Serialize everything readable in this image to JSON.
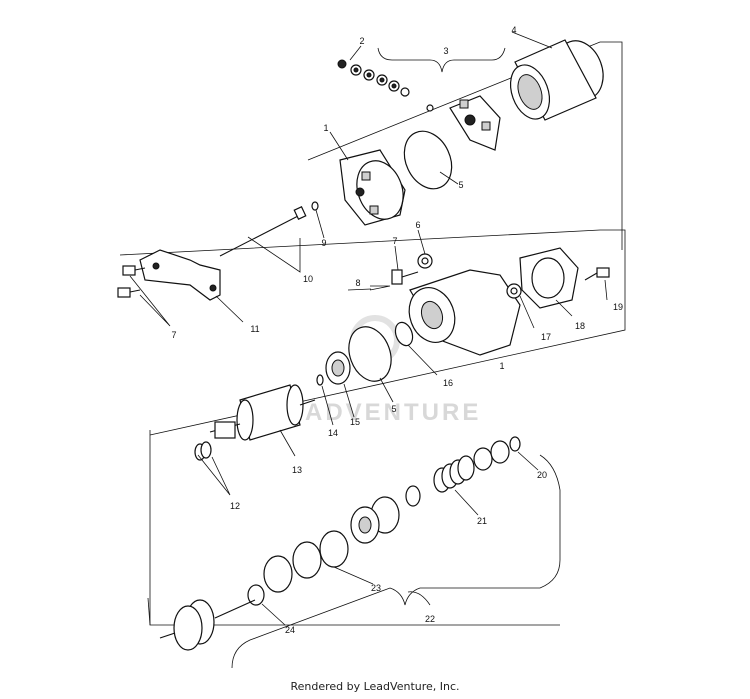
{
  "callouts": {
    "c1a": "1",
    "c2": "2",
    "c3": "3",
    "c4": "4",
    "c5a": "5",
    "c6": "6",
    "c7a": "7",
    "c7b": "7",
    "c8": "8",
    "c9": "9",
    "c10": "10",
    "c11": "11",
    "c12": "12",
    "c13": "13",
    "c14": "14",
    "c15": "15",
    "c16": "16",
    "c17": "17",
    "c18": "18",
    "c19": "19",
    "c1b": "1",
    "c5b": "5",
    "c20": "20",
    "c21": "21",
    "c22": "22",
    "c23": "23",
    "c24": "24"
  },
  "watermark": "ADVENTURE",
  "footer": "Rendered by LeadVenture, Inc."
}
